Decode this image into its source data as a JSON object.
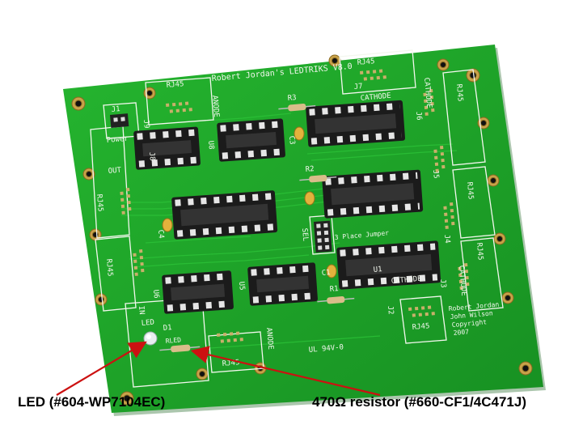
{
  "callouts": {
    "led": "LED (#604-WP7104EC)",
    "resistor": "470Ω resistor (#660-CF1/4C471J)"
  },
  "board": {
    "title": "Robert Jordan's  LEDTRIKS V8.0",
    "labels": {
      "j1": "J1",
      "power": "Power",
      "out": "OUT",
      "in": "IN",
      "rj45": "RJ45",
      "anode": "ANODE",
      "cathode": "CATHODE",
      "sel": "SEL",
      "place_jumper": "3 Place Jumper",
      "j2": "J2",
      "j3": "J3",
      "j4": "J4",
      "j5": "J5",
      "j6": "J6",
      "j7": "J7",
      "j8": "J8",
      "j9": "J9",
      "u1": "U1",
      "u5": "U5",
      "u6": "U6",
      "u8": "U8",
      "r1": "R1",
      "r2": "R2",
      "r3": "R3",
      "c1": "C1",
      "c3": "C3",
      "c4": "C4",
      "d1": "D1",
      "led": "LED",
      "rled": "RLED",
      "ul": "UL 94V-0",
      "credit1": "Robert Jordan",
      "credit2": "John Wilson",
      "credit3": "Copyright",
      "credit4": "2007"
    }
  },
  "colors": {
    "pcb": "#1faa2a",
    "pcb_dark": "#168a20",
    "socket": "#1b1b1b",
    "silkscreen": "#f3f7ee",
    "arrow": "#cc1111"
  }
}
